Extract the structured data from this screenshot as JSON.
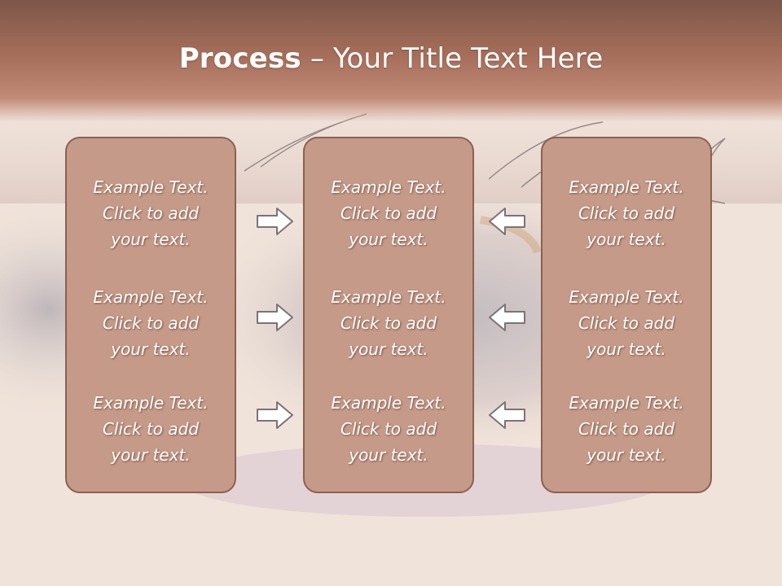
{
  "slide": {
    "title_bold": "Process",
    "title_rest": " – Your Title Text Here"
  },
  "columns": [
    {
      "items": [
        {
          "line1": "Example Text.",
          "line2": "Click  to add",
          "line3": "your text."
        },
        {
          "line1": "Example Text.",
          "line2": "Click  to add",
          "line3": "your text."
        },
        {
          "line1": "Example Text.",
          "line2": "Click  to add",
          "line3": "your text."
        }
      ]
    },
    {
      "items": [
        {
          "line1": "Example Text.",
          "line2": "Click  to add",
          "line3": "your text."
        },
        {
          "line1": "Example Text.",
          "line2": "Click  to add",
          "line3": "your text."
        },
        {
          "line1": "Example Text.",
          "line2": "Click  to add",
          "line3": "your text."
        }
      ]
    },
    {
      "items": [
        {
          "line1": "Example Text.",
          "line2": "Click  to add",
          "line3": "your text."
        },
        {
          "line1": "Example Text.",
          "line2": "Click  to add",
          "line3": "your text."
        },
        {
          "line1": "Example Text.",
          "line2": "Click  to add",
          "line3": "your text."
        }
      ]
    }
  ],
  "arrows": {
    "left_group": "right-arrow-icon",
    "right_group": "left-arrow-icon"
  },
  "colors": {
    "title_band": "#a56e5a",
    "box_fill": "#c59a88",
    "box_border": "#8a6150",
    "text": "#ffffff"
  }
}
